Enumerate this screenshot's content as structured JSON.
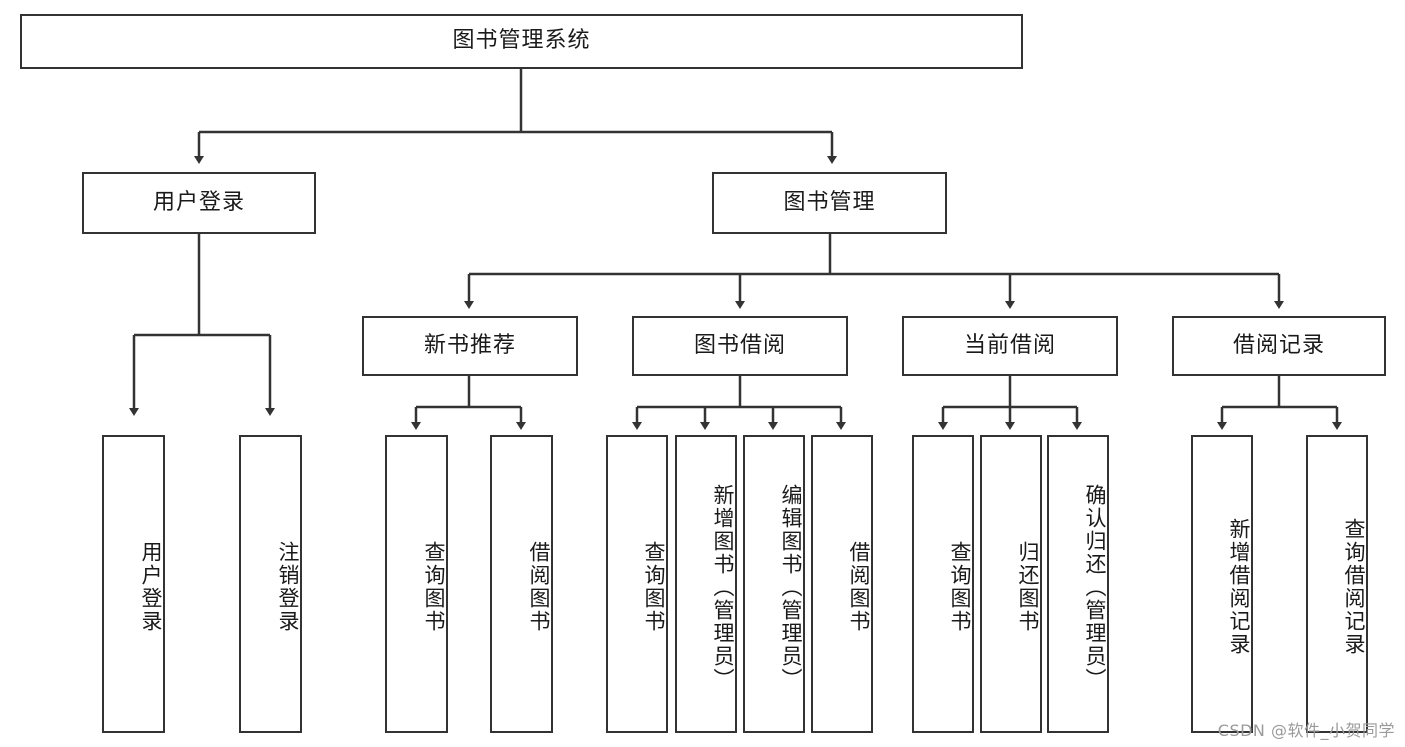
{
  "diagram": {
    "title": "图书管理系统",
    "type": "tree-hierarchy",
    "root": {
      "label": "图书管理系统"
    },
    "level2": [
      {
        "label": "用户登录"
      },
      {
        "label": "图书管理"
      }
    ],
    "level3": [
      {
        "label": "新书推荐"
      },
      {
        "label": "图书借阅"
      },
      {
        "label": "当前借阅"
      },
      {
        "label": "借阅记录"
      }
    ],
    "leaves": {
      "user_login": [
        {
          "label": "用户登录"
        },
        {
          "label": "注销登录"
        }
      ],
      "new_book_recommend": [
        {
          "label": "查询图书"
        },
        {
          "label": "借阅图书"
        }
      ],
      "book_borrow": [
        {
          "label": "查询图书"
        },
        {
          "label": "新增图书（管理员）"
        },
        {
          "label": "编辑图书（管理员）"
        },
        {
          "label": "借阅图书"
        }
      ],
      "current_borrow": [
        {
          "label": "查询图书"
        },
        {
          "label": "归还图书"
        },
        {
          "label": "确认归还（管理员）"
        }
      ],
      "borrow_record": [
        {
          "label": "新增借阅记录"
        },
        {
          "label": "查询借阅记录"
        }
      ]
    }
  },
  "watermark": {
    "text": "CSDN @软件_小贺同学"
  },
  "colors": {
    "border": "#333333",
    "text": "#1a1a1a",
    "background": "#ffffff",
    "watermark": "#9a9a9a"
  }
}
